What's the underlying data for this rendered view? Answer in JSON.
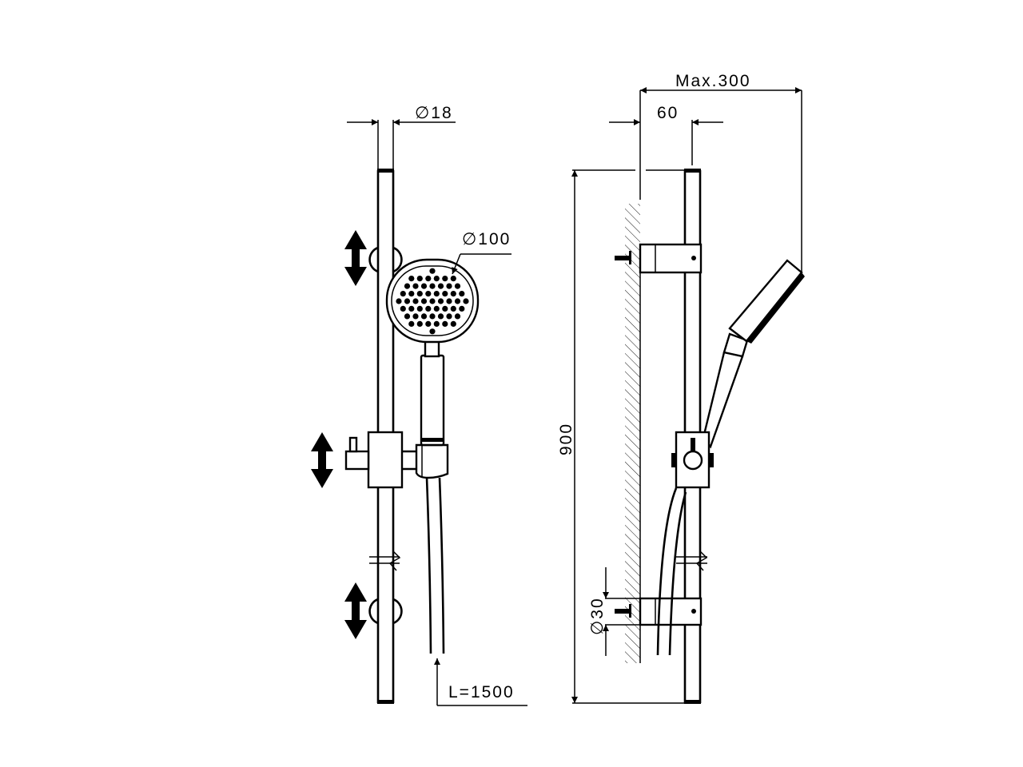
{
  "dimensions": {
    "rail_diameter": "∅18",
    "head_diameter": "∅100",
    "hose_length": "L=1500",
    "rail_height": "900",
    "max_projection": "Max.300",
    "wall_offset": "60",
    "bracket_diameter": "∅30"
  },
  "colors": {
    "line": "#000000",
    "background": "#ffffff"
  },
  "icons": {
    "adjust_arrow": "double-vertical-arrow-icon",
    "break_mark": "break-symbol-icon"
  }
}
